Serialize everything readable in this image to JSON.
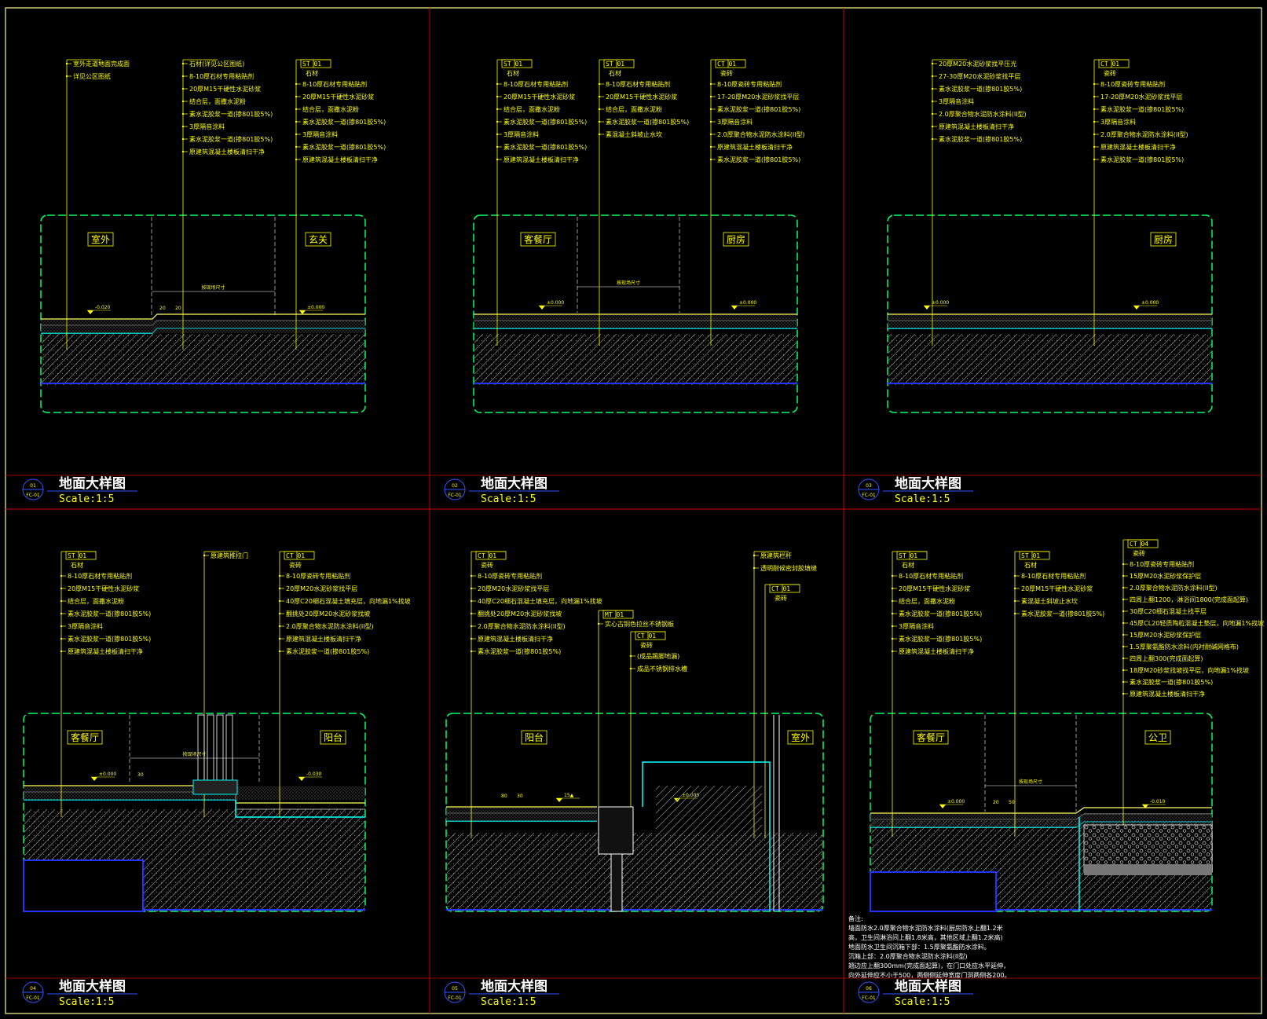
{
  "sheet": {
    "panels": [
      {
        "id": "01",
        "ref": "FC-01",
        "title": "地面大样图",
        "scale": "Scale:1:5",
        "rooms": [
          "室外",
          "玄关"
        ],
        "levels": [
          "-0.020",
          "±0.000"
        ],
        "dimension_label": "按现场尺寸",
        "dimension_values": [
          "20",
          "20"
        ],
        "callouts": [
          {
            "tag": "",
            "name": "",
            "lines": [
              "室外走道地面完成面",
              "详见公区图纸"
            ]
          },
          {
            "tag": "",
            "name": "",
            "lines": [
              "石材(详见公区图纸)",
              "8-10厚石材专用粘贴剂",
              "20厚M15干硬性水泥砂浆",
              "结合层，面撒水泥粉",
              "素水泥胶浆一道(掺801胶5%)",
              "3厚隔音涂料",
              "素水泥胶浆一道(掺801胶5%)",
              "原建筑混凝土楼板清扫干净"
            ]
          },
          {
            "tag": "ST  01",
            "name": "石材",
            "lines": [
              "8-10厚石材专用粘贴剂",
              "20厚M15干硬性水泥砂浆",
              "结合层，面撒水泥粉",
              "素水泥胶浆一道(掺801胶5%)",
              "3厚隔音涂料",
              "素水泥胶浆一道(掺801胶5%)",
              "原建筑混凝土楼板清扫干净"
            ]
          }
        ]
      },
      {
        "id": "02",
        "ref": "FC-01",
        "title": "地面大样图",
        "scale": "Scale:1:5",
        "rooms": [
          "客餐厅",
          "厨房"
        ],
        "levels": [
          "±0.000",
          "±0.000"
        ],
        "dimension_label": "按现场尺寸",
        "dimension_values": [],
        "callouts": [
          {
            "tag": "ST  01",
            "name": "石材",
            "lines": [
              "8-10厚石材专用粘贴剂",
              "20厚M15干硬性水泥砂浆",
              "结合层，面撒水泥粉",
              "素水泥胶浆一道(掺801胶5%)",
              "3厚隔音涂料",
              "素水泥胶浆一道(掺801胶5%)",
              "原建筑混凝土楼板清扫干净"
            ]
          },
          {
            "tag": "ST  01",
            "name": "石材",
            "lines": [
              "8-10厚石材专用粘贴剂",
              "20厚M15干硬性水泥砂浆",
              "结合层，面撒水泥粉",
              "素水泥胶浆一道(掺801胶5%)",
              "素混凝土斜坡止水坎"
            ]
          },
          {
            "tag": "CT  01",
            "name": "瓷砖",
            "lines": [
              "8-10厚瓷砖专用粘贴剂",
              "17-20厚M20水泥砂浆找平层",
              "素水泥胶浆一道(掺801胶5%)",
              "3厚隔音涂料",
              "2.0厚聚合物水泥防水涂料(II型)",
              "原建筑混凝土楼板清扫干净",
              "素水泥胶浆一道(掺801胶5%)"
            ]
          }
        ]
      },
      {
        "id": "03",
        "ref": "FC-01",
        "title": "地面大样图",
        "scale": "Scale:1:5",
        "rooms": [
          "厨房"
        ],
        "levels": [
          "±0.000",
          "±0.000"
        ],
        "dimension_label": "",
        "dimension_values": [],
        "callouts": [
          {
            "tag": "",
            "name": "",
            "lines": [
              "20厚M20水泥砂浆找平压光",
              "27-30厚M20水泥砂浆找平层",
              "素水泥胶浆一道(掺801胶5%)",
              "3厚隔音涂料",
              "2.0厚聚合物水泥防水涂料(II型)",
              "原建筑混凝土楼板清扫干净",
              "素水泥胶浆一道(掺801胶5%)"
            ]
          },
          {
            "tag": "CT  01",
            "name": "瓷砖",
            "lines": [
              "8-10厚瓷砖专用粘贴剂",
              "17-20厚M20水泥砂浆找平层",
              "素水泥胶浆一道(掺801胶5%)",
              "3厚隔音涂料",
              "2.0厚聚合物水泥防水涂料(II型)",
              "原建筑混凝土楼板清扫干净",
              "素水泥胶浆一道(掺801胶5%)"
            ]
          }
        ]
      },
      {
        "id": "04",
        "ref": "FC-01",
        "title": "地面大样图",
        "scale": "Scale:1:5",
        "rooms": [
          "客餐厅",
          "阳台"
        ],
        "levels": [
          "±0.000",
          "-0.030"
        ],
        "dimension_label": "按现场尺寸",
        "dimension_values": [
          "30"
        ],
        "callouts": [
          {
            "tag": "ST  01",
            "name": "石材",
            "lines": [
              "8-10厚石材专用粘贴剂",
              "20厚M15干硬性水泥砂浆",
              "结合层，面撒水泥粉",
              "素水泥胶浆一道(掺801胶5%)",
              "3厚隔音涂料",
              "素水泥胶浆一道(掺801胶5%)",
              "原建筑混凝土楼板清扫干净"
            ]
          },
          {
            "tag": "",
            "name": "",
            "lines": [
              "原建筑推拉门"
            ]
          },
          {
            "tag": "CT  01",
            "name": "瓷砖",
            "lines": [
              "8-10厚瓷砖专用粘贴剂",
              "20厚M20水泥砂浆找平层",
              "40厚C20细石混凝土填充层，向地漏1%找坡",
              "翻挑处20厚M20水泥砂浆找坡",
              "2.0厚聚合物水泥防水涂料(II型)",
              "原建筑混凝土楼板清扫干净",
              "素水泥胶浆一道(掺801胶5%)"
            ]
          }
        ]
      },
      {
        "id": "05",
        "ref": "FC-01",
        "title": "地面大样图",
        "scale": "Scale:1:5",
        "rooms": [
          "阳台",
          "室外"
        ],
        "levels": [
          "15▲",
          "±0.000"
        ],
        "dimension_label": "按现场尺寸",
        "dimension_values": [
          "80",
          "30"
        ],
        "callouts": [
          {
            "tag": "CT  01",
            "name": "瓷砖",
            "lines": [
              "8-10厚瓷砖专用粘贴剂",
              "20厚M20水泥砂浆找平层",
              "40厚C20细石混凝土填充层，向地漏1%找坡",
              "翻挑处20厚M20水泥砂浆找坡",
              "2.0厚聚合物水泥防水涂料(II型)",
              "原建筑混凝土楼板清扫干净",
              "素水泥胶浆一道(掺801胶5%)"
            ]
          },
          {
            "tag": "MT  01",
            "name": "",
            "lines": [
              "实心古铜色拉丝不锈钢板"
            ]
          },
          {
            "tag": "CT  01",
            "name": "瓷砖",
            "lines": [
              "(成品踢脚地漏)",
              "成品不锈钢排水槽"
            ]
          },
          {
            "tag": "",
            "name": "",
            "lines": [
              "原建筑栏杆",
              "透明耐候密封胶填缝"
            ]
          },
          {
            "tag": "CT  01",
            "name": "瓷砖",
            "lines": []
          }
        ]
      },
      {
        "id": "06",
        "ref": "FC-01",
        "title": "地面大样图",
        "scale": "Scale:1:5",
        "rooms": [
          "客餐厅",
          "公卫"
        ],
        "levels": [
          "±0.000",
          "-0.010"
        ],
        "dimension_label": "按现场尺寸",
        "dimension_values": [
          "20",
          "50"
        ],
        "callouts": [
          {
            "tag": "ST  01",
            "name": "石材",
            "lines": [
              "8-10厚石材专用粘贴剂",
              "20厚M15干硬性水泥砂浆",
              "结合层，面撒水泥粉",
              "素水泥胶浆一道(掺801胶5%)",
              "3厚隔音涂料",
              "素水泥胶浆一道(掺801胶5%)",
              "原建筑混凝土楼板清扫干净"
            ]
          },
          {
            "tag": "ST  01",
            "name": "石材",
            "lines": [
              "8-10厚石材专用粘贴剂",
              "20厚M15干硬性水泥砂浆",
              "素混凝土斜坡止水坎",
              "素水泥胶浆一道(掺801胶5%)"
            ]
          },
          {
            "tag": "CT  04",
            "name": "瓷砖",
            "lines": [
              "8-10厚瓷砖专用粘贴剂",
              "15厚M20水泥砂浆保护层",
              "2.0厚聚合物水泥防水涂料(II型)",
              "四周上翻1200，淋浴间1800(完成面起算)",
              "30厚C20细石混凝土找平层",
              "45厚CL20轻质陶粒混凝土垫层，向地漏1%找坡",
              "15厚M20水泥砂浆保护层",
              "1.5厚聚氨酯防水涂料(内衬耐碱网格布)",
              "四周上翻300(完成面起算)",
              "18厚M20砂浆找坡找平层，向地漏1%找坡",
              "素水泥胶浆一道(掺801胶5%)",
              "原建筑混凝土楼板清扫干净"
            ]
          }
        ],
        "notes": [
          "备注:",
          "墙面防水2.0厚聚合物水泥防水涂料(厨房防水上翻1.2米",
          "高，卫生间淋浴间上翻1.8米高，其他区域上翻1.2米高)",
          "地面防水卫生间沉箱下部：1.5厚聚氨酯防水涂料。",
          "沉箱上部：2.0厚聚合物水泥防水涂料(II型)",
          "翘边应上翻300mm(完成面起算)，在门口处应水平延伸，",
          "向外延伸应不小于500，两侧侧延伸宽度门洞两侧各200。"
        ]
      }
    ]
  },
  "colors": {
    "background": "#000000",
    "frame": "#c8c878",
    "divider": "#cc0000",
    "text": "#ffff00",
    "dashed_box": "#00ff66",
    "slab_outline": "#00ffff",
    "hatch": "#8c8c8c",
    "blue_line": "#2233ff",
    "title_text": "#ffffff",
    "badge": "#3355ff"
  }
}
